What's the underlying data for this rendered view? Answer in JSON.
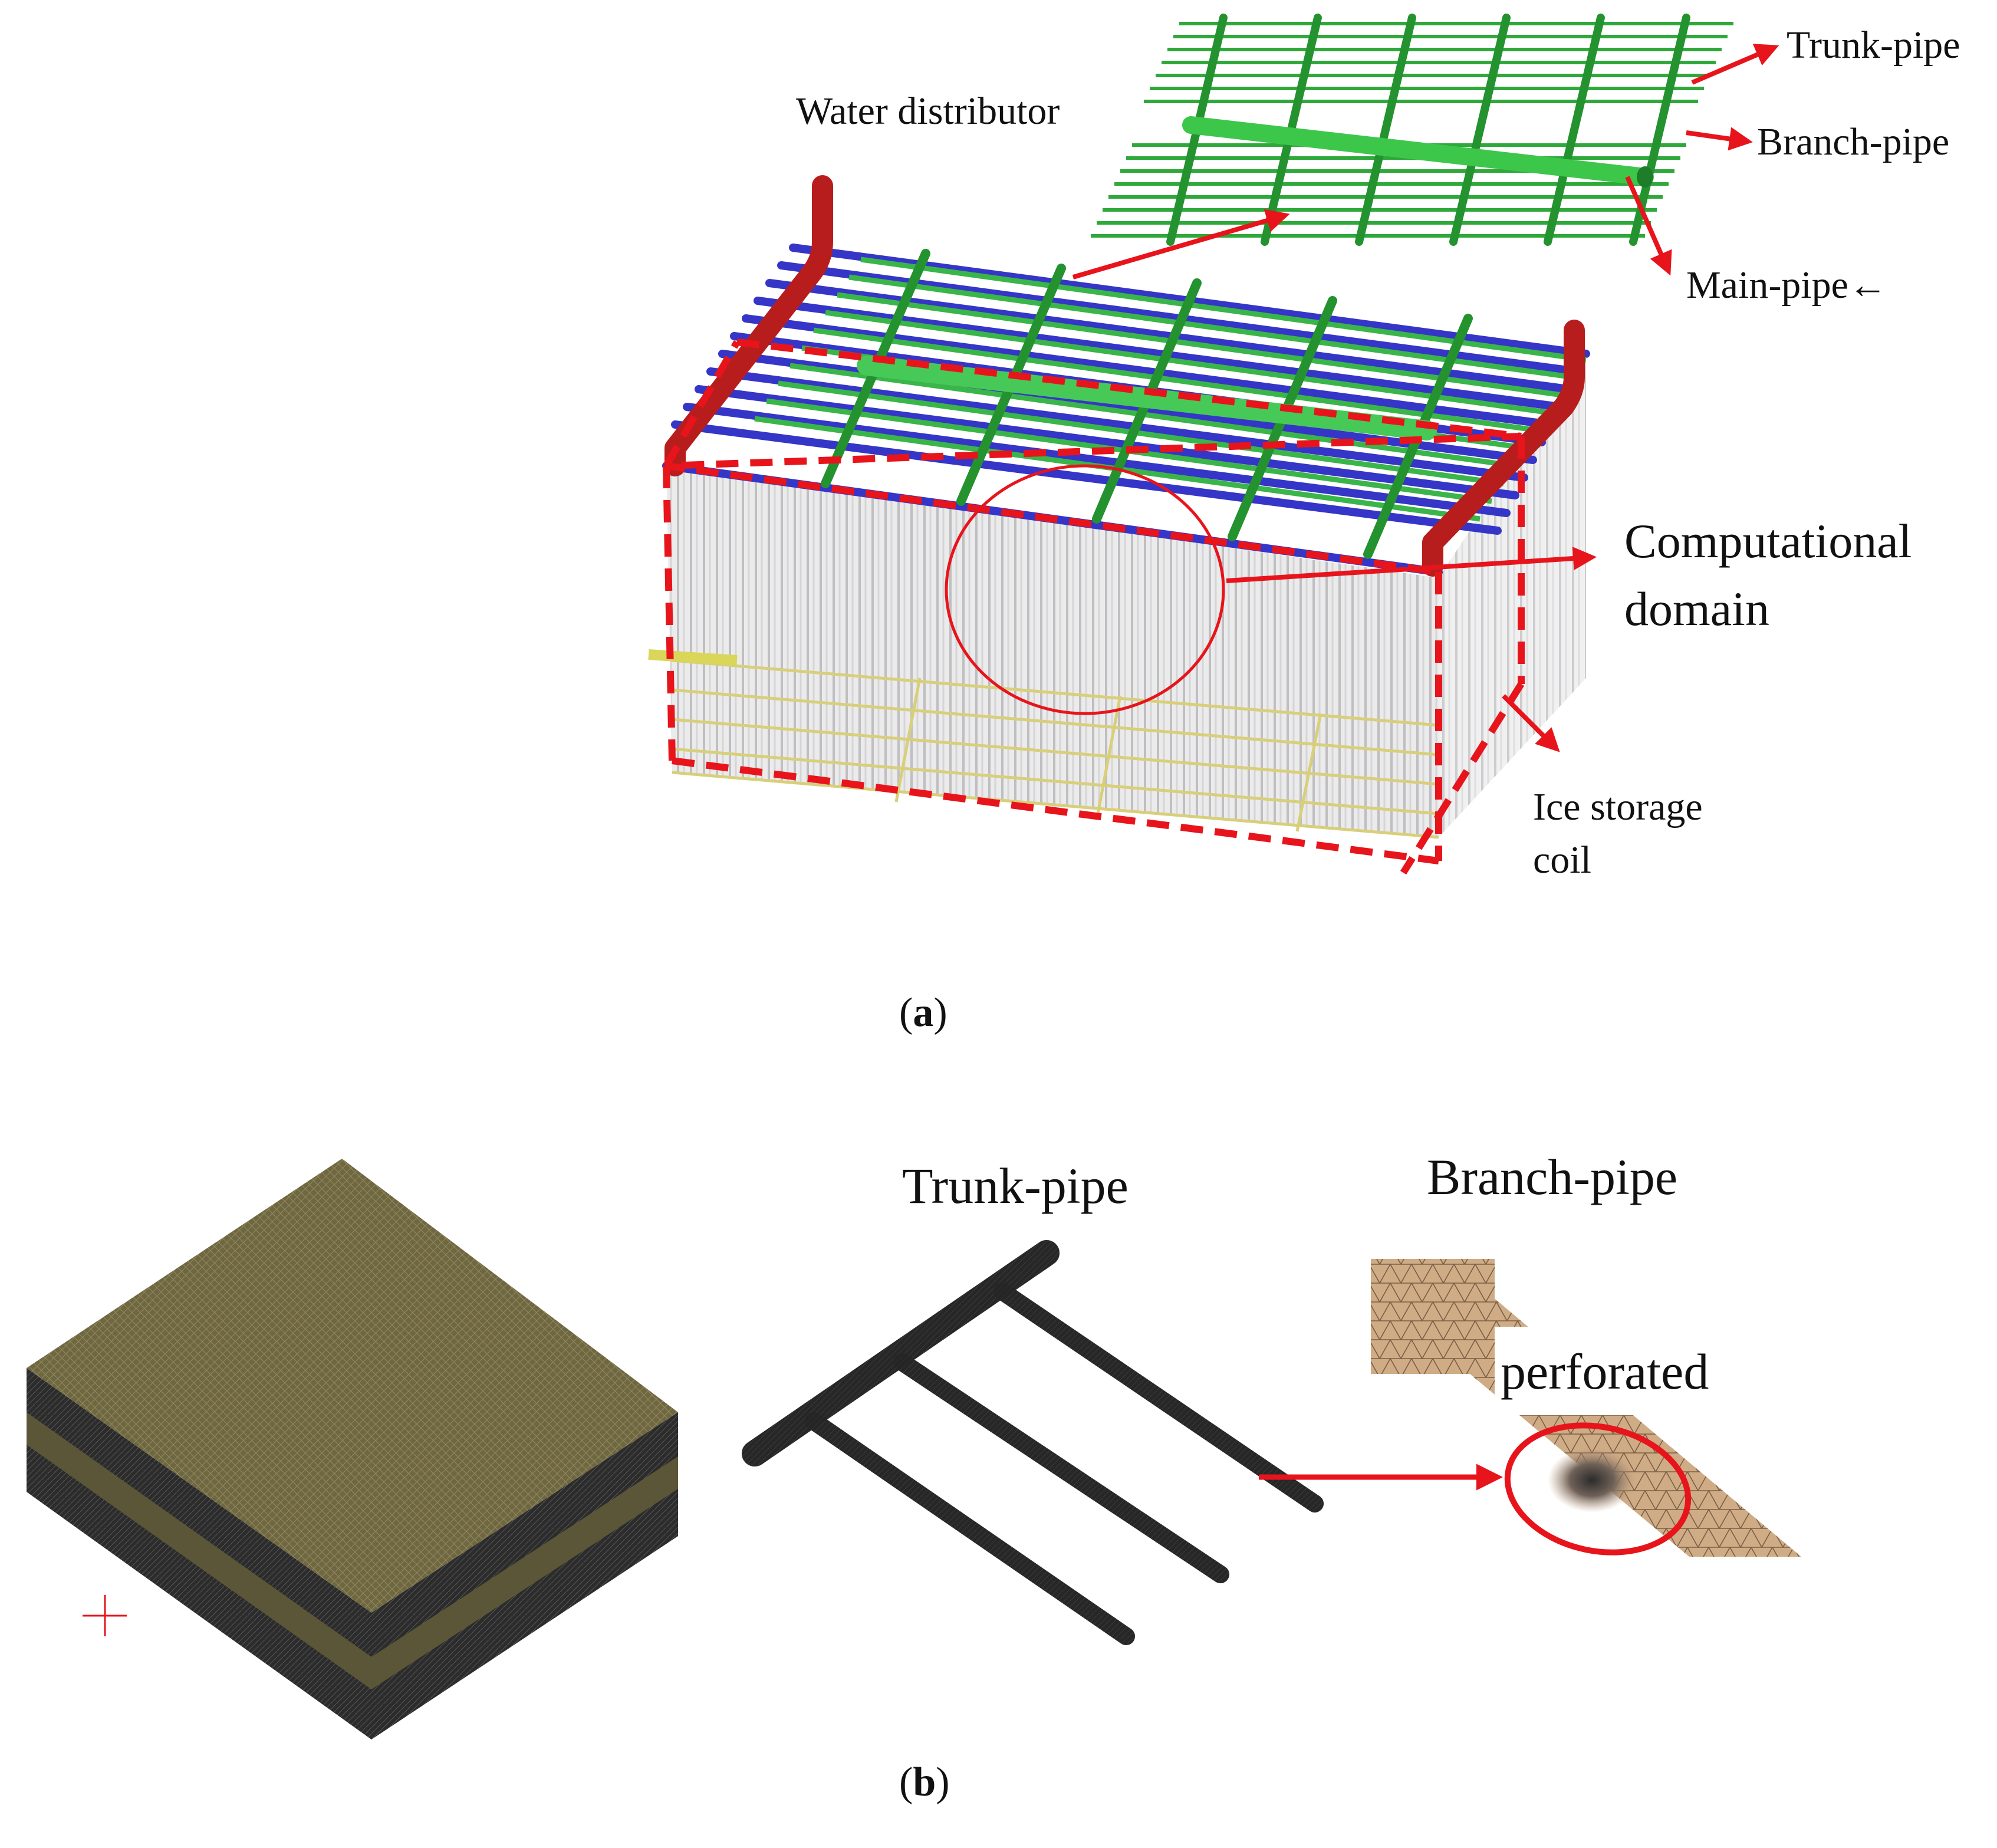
{
  "panel_a": {
    "label_open": "(",
    "label_letter": "a",
    "label_close": ")",
    "water_distributor": "Water distributor",
    "trunk_pipe": "Trunk-pipe",
    "branch_pipe": "Branch-pipe",
    "main_pipe": "Main-pipe←",
    "computational_line1": "Computational",
    "computational_line2": "domain",
    "ice_line1": "Ice storage",
    "ice_line2": "coil"
  },
  "panel_b": {
    "label_open": "(",
    "label_letter": "b",
    "label_close": ")",
    "trunk_pipe": "Trunk-pipe",
    "branch_pipe": "Branch-pipe",
    "perforated": "perforated"
  },
  "colors": {
    "annotation_red": "#e8141b",
    "distributor_green": "#2fa83a",
    "coil_blue": "#3535c8",
    "header_red": "#b81d1d",
    "mesh_olive": "#6e6742",
    "pipe_dark": "#242424",
    "mesh_tan": "#c9a882"
  }
}
